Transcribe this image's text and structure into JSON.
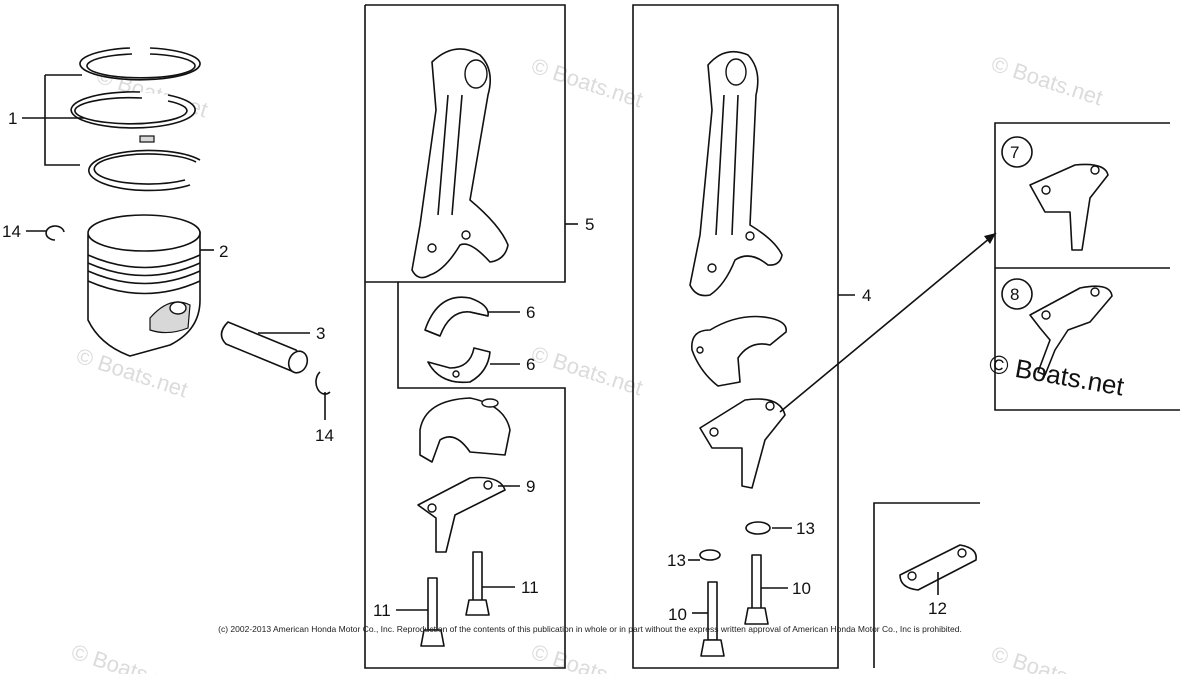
{
  "watermark": "© Boats.net",
  "inset_watermark": "© Boats.net",
  "copyright": "(c) 2002-2013 American Honda Motor Co., Inc. Reproduction of the contents of this publication in whole or in part without the express written approval of American Honda Motor Co., Inc is prohibited.",
  "callouts": {
    "c1": "1",
    "c2": "2",
    "c3": "3",
    "c4": "4",
    "c5": "5",
    "c6a": "6",
    "c6b": "6",
    "c7": "7",
    "c8": "8",
    "c9": "9",
    "c10a": "10",
    "c10b": "10",
    "c11a": "11",
    "c11b": "11",
    "c12": "12",
    "c13a": "13",
    "c13b": "13",
    "c14a": "14",
    "c14b": "14"
  }
}
